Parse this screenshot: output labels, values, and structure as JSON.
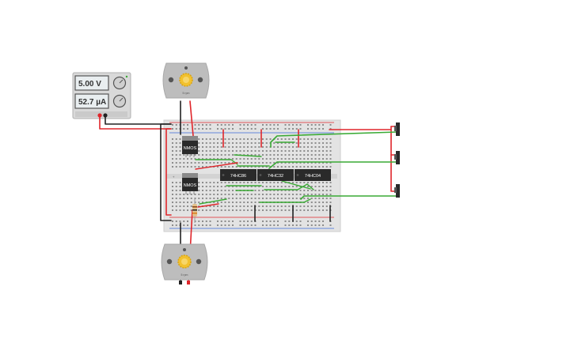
{
  "power_supply": {
    "voltage": "5.00 V",
    "current": "52.7 µA"
  },
  "motors": {
    "top_label": "5 rpm",
    "bottom_label": "5 rpm"
  },
  "transistors": {
    "top_label": "NMOS",
    "bottom_label": "NMOS"
  },
  "chips": [
    {
      "label": "74HC86"
    },
    {
      "label": "74HC32"
    },
    {
      "label": "74HC04"
    }
  ],
  "colors": {
    "wire_red": "#e0262b",
    "wire_black": "#222222",
    "wire_green": "#3aaa35",
    "breadboard": "#e3e3e3",
    "chip": "#2a2a2a",
    "motor_body": "#bdbdbd",
    "motor_gear": "#f2c12e"
  }
}
